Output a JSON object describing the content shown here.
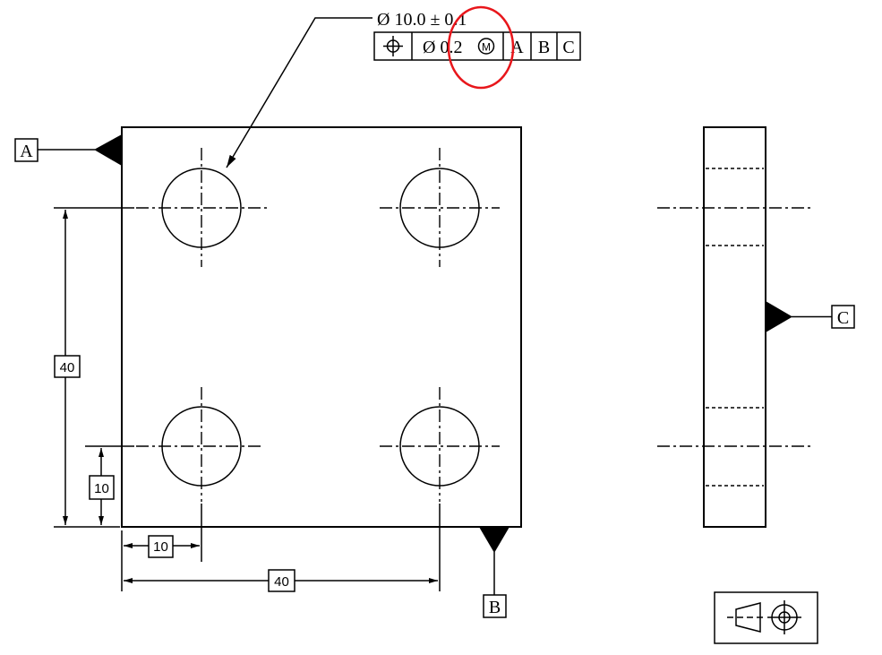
{
  "feature_callout": {
    "size_text": "Ø 10.0 ± 0.1"
  },
  "feature_control_frame": {
    "symbol": "position-symbol",
    "tolerance": "Ø 0.2",
    "modifier": "M",
    "datum_primary": "A",
    "datum_secondary": "B",
    "datum_tertiary": "C"
  },
  "datums": {
    "a": "A",
    "b": "B",
    "c": "C"
  },
  "dimensions": {
    "vertical_overall": "40",
    "vertical_offset": "10",
    "horizontal_offset": "10",
    "horizontal_overall": "40"
  },
  "highlight": {
    "color": "#e8161b"
  },
  "projection_symbol": "third-angle-projection-icon"
}
